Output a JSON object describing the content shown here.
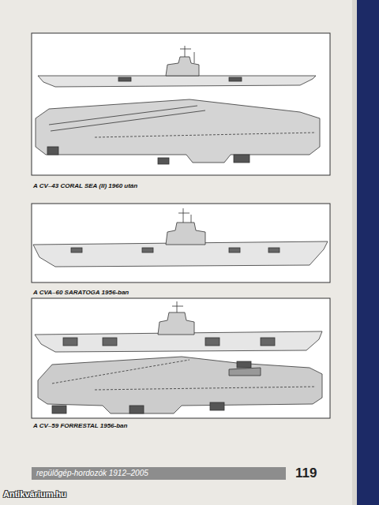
{
  "diagram": {
    "labels": [
      "A CV–43 CORAL SEA (II) 1960 után",
      "A CVA–60 SARATOGA 1956-ban",
      "A CV–59 FORRESTAL 1956-ban",
      "repülőgép-hordozók 1912–2005",
      "119",
      "Antikvárium.hu"
    ]
  }
}
